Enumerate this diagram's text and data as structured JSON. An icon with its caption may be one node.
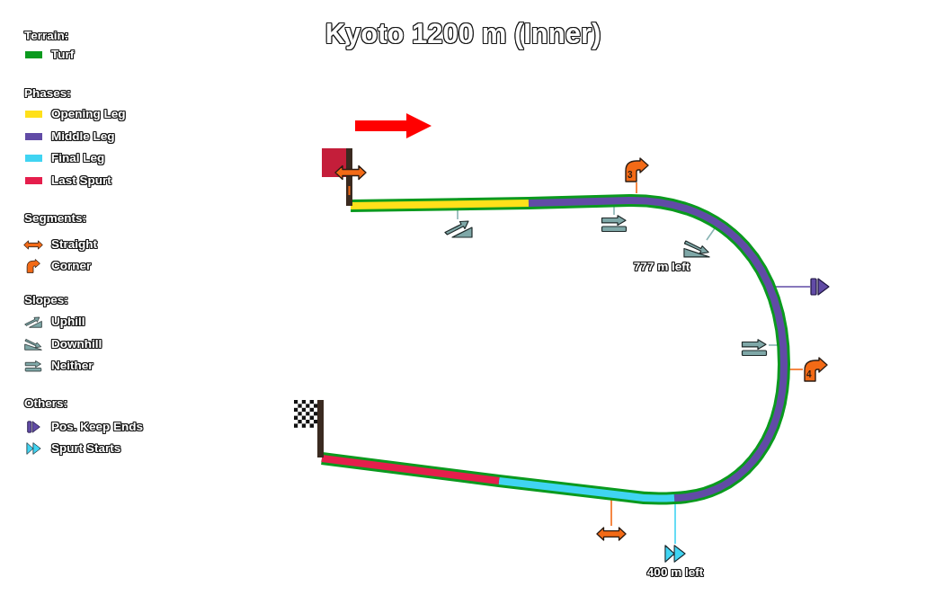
{
  "diagram": {
    "title": "Kyoto 1200 m (Inner)",
    "nodes": [
      {
        "text": [
          "3"
        ]
      },
      {
        "text": [],
        "shape": "picture"
      },
      {
        "text": [],
        "shape": "picture"
      },
      {
        "text": [],
        "shape": "picture",
        "beside": [
          "777 m left"
        ]
      },
      {
        "text": [],
        "shape": "picture"
      },
      {
        "text": [],
        "shape": "picture"
      },
      {
        "text": [
          "4"
        ]
      },
      {
        "text": [],
        "shape": "picture"
      },
      {
        "text": [],
        "shape": "picture",
        "beside": [
          "400 m left"
        ]
      }
    ],
    "edges": [
      {
        "from": 0,
        "to": null,
        "arrow": "none",
        "color": "#f36a16"
      },
      {
        "from": 1,
        "to": null,
        "arrow": "none"
      },
      {
        "from": 2,
        "to": null,
        "arrow": "none"
      },
      {
        "from": 3,
        "to": null,
        "arrow": "none"
      },
      {
        "from": 4,
        "to": null,
        "arrow": "none",
        "color": "#614ba6"
      },
      {
        "from": 5,
        "to": null,
        "arrow": "none"
      },
      {
        "from": 6,
        "to": null,
        "arrow": "none",
        "color": "#f36a16"
      },
      {
        "from": 7,
        "to": null,
        "arrow": "none",
        "color": "#f36a16"
      },
      {
        "from": 8,
        "to": null,
        "arrow": "none",
        "color": "#40d4f2"
      }
    ],
    "labels": [
      "Terrain:",
      "Phases:",
      "Segments:",
      "Slopes:",
      "Others:"
    ],
    "legend": [
      {
        "text": "Turf",
        "color": "#0a9a1e"
      },
      {
        "text": "Opening Leg",
        "color": "#ffe01a"
      },
      {
        "text": "Middle Leg",
        "color": "#614ba6"
      },
      {
        "text": "Final Leg",
        "color": "#40d4f2"
      },
      {
        "text": "Last Spurt",
        "color": "#e51e4c"
      },
      {
        "text": "Straight"
      },
      {
        "text": "Corner"
      },
      {
        "text": "Uphill"
      },
      {
        "text": "Downhill"
      },
      {
        "text": "Neither"
      },
      {
        "text": "Pos. Keep Ends"
      },
      {
        "text": "Spurt Starts"
      }
    ]
  }
}
